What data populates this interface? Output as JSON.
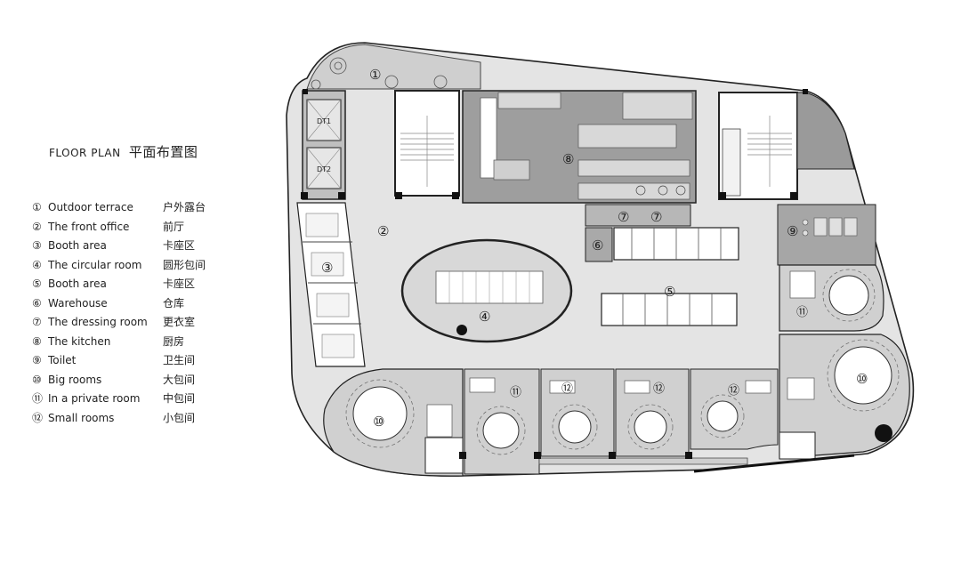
{
  "title": {
    "en": "FLOOR PLAN",
    "zh": "平面布置图"
  },
  "legend": [
    {
      "num": "①",
      "en": "Outdoor terrace",
      "zh": "户外露台"
    },
    {
      "num": "②",
      "en": "The front office",
      "zh": "前厅"
    },
    {
      "num": "③",
      "en": "Booth area",
      "zh": "卡座区"
    },
    {
      "num": "④",
      "en": "The circular room",
      "zh": "圆形包间"
    },
    {
      "num": "⑤",
      "en": "Booth area",
      "zh": "卡座区"
    },
    {
      "num": "⑥",
      "en": "Warehouse",
      "zh": "仓库"
    },
    {
      "num": "⑦",
      "en": "The dressing room",
      "zh": "更衣室"
    },
    {
      "num": "⑧",
      "en": "The kitchen",
      "zh": "厨房"
    },
    {
      "num": "⑨",
      "en": "Toilet",
      "zh": "卫生间"
    },
    {
      "num": "⑩",
      "en": "Big rooms",
      "zh": "大包间"
    },
    {
      "num": "⑪",
      "en": "In a private room",
      "zh": "中包间"
    },
    {
      "num": "⑫",
      "en": "Small rooms",
      "zh": "小包间"
    }
  ],
  "plan": {
    "elevators": [
      "DT1",
      "DT2"
    ],
    "markers": {
      "m1": "①",
      "m2": "②",
      "m3": "③",
      "m4": "④",
      "m5": "⑤",
      "m6": "⑥",
      "m7": "⑦",
      "m8": "⑧",
      "m9": "⑨",
      "m10": "⑩",
      "m11": "⑪",
      "m12": "⑫"
    }
  }
}
